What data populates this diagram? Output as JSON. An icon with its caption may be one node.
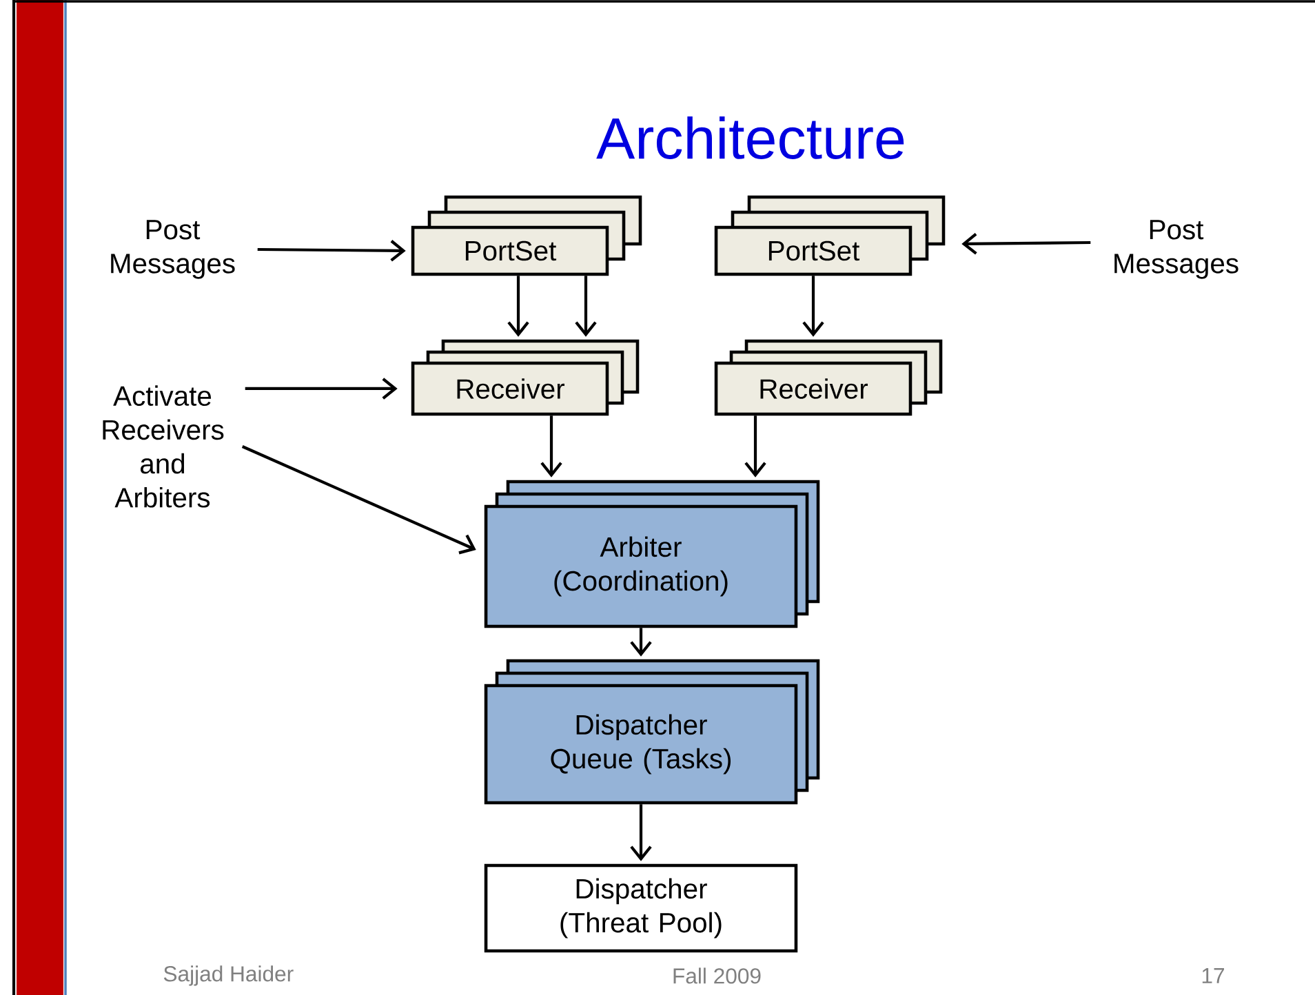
{
  "diagram": {
    "title": "Architecture",
    "nodes": [
      {
        "text": [
          "Post Messages"
        ]
      },
      {
        "text": [
          "PortSet"
        ]
      },
      {
        "text": [
          "PortSet"
        ]
      },
      {
        "text": [
          "Post Messages"
        ]
      },
      {
        "text": [
          "Activate Receivers and Arbiters"
        ]
      },
      {
        "text": [
          "Receiver"
        ]
      },
      {
        "text": [
          "Receiver"
        ]
      },
      {
        "text": [
          "Arbiter (Coordination)"
        ]
      },
      {
        "text": [
          "Dispatcher Queue (Tasks)"
        ]
      },
      {
        "text": [
          "Dispatcher (Threat Pool)"
        ]
      }
    ],
    "edges": [
      {
        "from": 0,
        "to": 1,
        "arrow": "to"
      },
      {
        "from": 3,
        "to": 2,
        "arrow": "to"
      },
      {
        "from": 1,
        "to": 5,
        "arrow": "to"
      },
      {
        "from": 1,
        "to": 5,
        "arrow": "to"
      },
      {
        "from": 2,
        "to": 6,
        "arrow": "to"
      },
      {
        "from": 4,
        "to": 5,
        "arrow": "to"
      },
      {
        "from": 4,
        "to": 7,
        "arrow": "to"
      },
      {
        "from": 5,
        "to": 7,
        "arrow": "to"
      },
      {
        "from": 6,
        "to": 7,
        "arrow": "to"
      },
      {
        "from": 7,
        "to": 8,
        "arrow": "to"
      },
      {
        "from": 8,
        "to": 9,
        "arrow": "to"
      }
    ],
    "labels": [
      "Sajjad Haider",
      "Fall 2009",
      "17"
    ]
  }
}
